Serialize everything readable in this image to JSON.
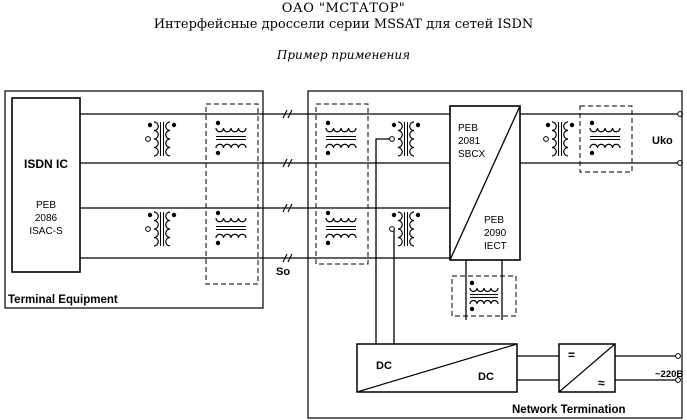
{
  "header": {
    "company": "ОАО \"МСТАТОР\"",
    "subtitle": "Интерфейсные дроссели серии MSSAT для сетей ISDN",
    "caption": "Пример применения"
  },
  "terminal": {
    "chip_main": "ISDN IC",
    "chip_l1": "PEB",
    "chip_l2": "2086",
    "chip_l3": "ISAC-S",
    "box_label": "Terminal Equipment"
  },
  "bus": {
    "label": "So"
  },
  "network": {
    "chip1_l1": "PEB",
    "chip1_l2": "2081",
    "chip1_l3": "SBCX",
    "chip2_l1": "PEB",
    "chip2_l2": "2090",
    "chip2_l3": "IECT",
    "box_label": "Network Termination",
    "line_label": "Uko"
  },
  "dcdc": {
    "in_label": "DC",
    "out_label": "DC"
  },
  "psu": {
    "top_symbol": "=",
    "bottom_symbol": "≈",
    "mains_label": "~220B"
  }
}
